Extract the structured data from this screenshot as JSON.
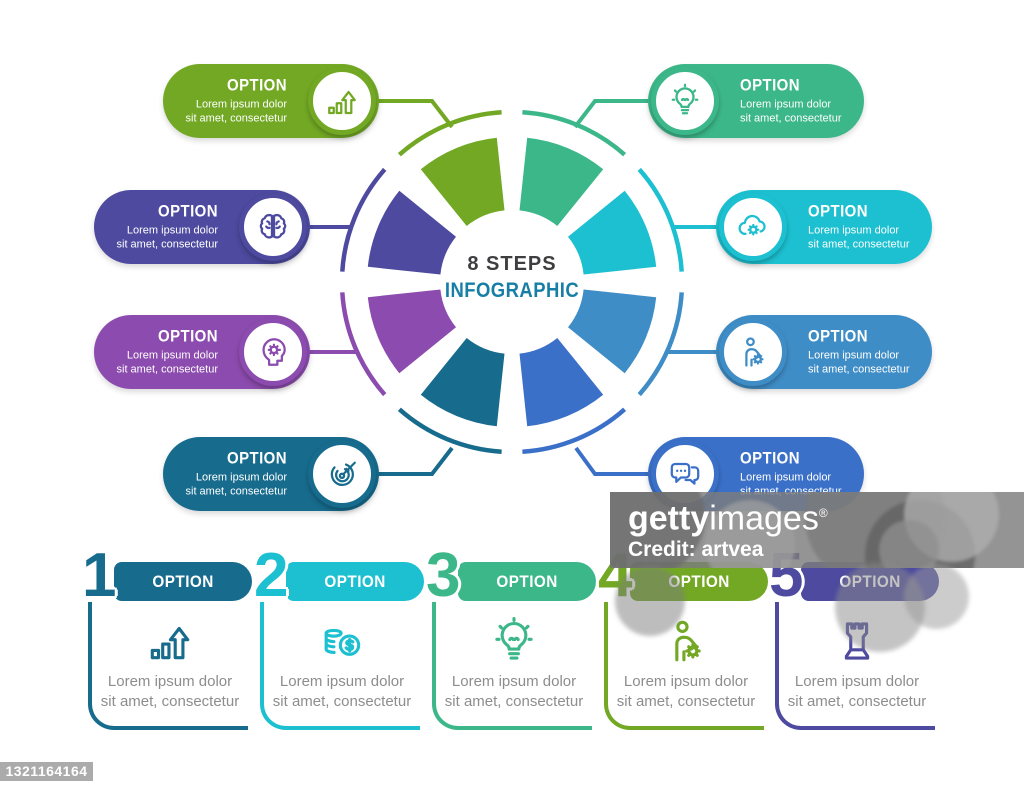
{
  "center": {
    "line1": "8 STEPS",
    "line2": "INFOGRAPHIC",
    "line1_color": "#3e3e40",
    "line2_color": "#177fa6"
  },
  "pills": [
    {
      "position": "left-1",
      "title": "OPTION",
      "line1": "Lorem ipsum dolor",
      "line2": "sit amet, consectetur",
      "color": "#72a824",
      "icon": "chart-growth"
    },
    {
      "position": "left-2",
      "title": "OPTION",
      "line1": "Lorem ipsum dolor",
      "line2": "sit amet, consectetur",
      "color": "#4d4a9f",
      "icon": "brain"
    },
    {
      "position": "left-3",
      "title": "OPTION",
      "line1": "Lorem ipsum dolor",
      "line2": "sit amet, consectetur",
      "color": "#8c4bae",
      "icon": "head-gear"
    },
    {
      "position": "left-4",
      "title": "OPTION",
      "line1": "Lorem ipsum dolor",
      "line2": "sit amet, consectetur",
      "color": "#176b8d",
      "icon": "target-arrow"
    },
    {
      "position": "right-1",
      "title": "OPTION",
      "line1": "Lorem ipsum dolor",
      "line2": "sit amet, consectetur",
      "color": "#3cb78a",
      "icon": "lightbulb"
    },
    {
      "position": "right-2",
      "title": "OPTION",
      "line1": "Lorem ipsum dolor",
      "line2": "sit amet, consectetur",
      "color": "#1cc0d0",
      "icon": "cloud-gear"
    },
    {
      "position": "right-3",
      "title": "OPTION",
      "line1": "Lorem ipsum dolor",
      "line2": "sit amet, consectetur",
      "color": "#3f8dc6",
      "icon": "person-gear"
    },
    {
      "position": "right-4",
      "title": "OPTION",
      "line1": "Lorem ipsum dolor",
      "line2": "sit amet, consectetur",
      "color": "#3b70c8",
      "icon": "chat-bubbles"
    }
  ],
  "wheel": {
    "segments": [
      {
        "position": "top-left",
        "color": "#72a824"
      },
      {
        "position": "top-right",
        "color": "#3cb78a"
      },
      {
        "position": "right-upper",
        "color": "#1cc0d0"
      },
      {
        "position": "right-lower",
        "color": "#3f8dc6"
      },
      {
        "position": "bottom-right",
        "color": "#3b70c8"
      },
      {
        "position": "bottom-left",
        "color": "#176b8d"
      },
      {
        "position": "left-lower",
        "color": "#8c4bae"
      },
      {
        "position": "left-upper",
        "color": "#4d4a9f"
      }
    ]
  },
  "steps": [
    {
      "number": "1",
      "title": "OPTION",
      "color": "#176b8d",
      "icon": "chart-growth",
      "line1": "Lorem ipsum dolor",
      "line2": "sit amet, consectetur"
    },
    {
      "number": "2",
      "title": "OPTION",
      "color": "#1cc0d0",
      "icon": "coins-dollar",
      "line1": "Lorem ipsum dolor",
      "line2": "sit amet, consectetur"
    },
    {
      "number": "3",
      "title": "OPTION",
      "color": "#3cb78a",
      "icon": "lightbulb",
      "line1": "Lorem ipsum dolor",
      "line2": "sit amet, consectetur"
    },
    {
      "number": "4",
      "title": "OPTION",
      "color": "#72a824",
      "icon": "person-gear",
      "line1": "Lorem ipsum dolor",
      "line2": "sit amet, consectetur"
    },
    {
      "number": "5",
      "title": "OPTION",
      "color": "#4d4a9f",
      "icon": "chess-rook",
      "line1": "Lorem ipsum dolor",
      "line2": "sit amet, consectetur"
    }
  ],
  "watermark": {
    "brand_bold": "getty",
    "brand_light": "images",
    "registered": "®",
    "credit": "Credit: artvea"
  },
  "image_id": "1321164164"
}
